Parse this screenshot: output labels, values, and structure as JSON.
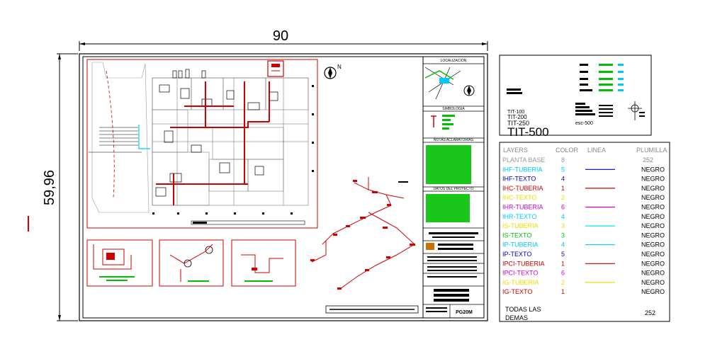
{
  "sheet": {
    "width_dim": "90",
    "height_dim": "59,96"
  },
  "title_block": {
    "localizacion": "LOCALIZACION",
    "simbologia": "SIMBOLOGIA",
    "notas": "NOTAS ACLARATORIAS",
    "datos": "DATOS DEL PROYECTO",
    "sheet_code": "PG20M"
  },
  "compass_label": "N",
  "text_styles": {
    "t1": "TIT-100",
    "t2": "TIT-200",
    "t3": "TIT-250",
    "t4": "TIT-500",
    "esc": "esc-500"
  },
  "layers_table": {
    "headers": [
      "LAYERS",
      "COLOR",
      "LINEA",
      "PLUMILLA"
    ],
    "rows": [
      {
        "layer": "PLANTA BASE",
        "color_no": "8",
        "pen": "252",
        "text_color": "#9a9a9a",
        "line_color": ""
      },
      {
        "layer": "IHF-TUBERIA",
        "color_no": "5",
        "pen": "NEGRO",
        "text_color": "#00c8ff",
        "line_color": "#0000c8"
      },
      {
        "layer": "IHF-TEXTO",
        "color_no": "4",
        "pen": "NEGRO",
        "text_color": "#0000c8",
        "line_color": ""
      },
      {
        "layer": "IHC-TUBERIA",
        "color_no": "1",
        "pen": "NEGRO",
        "text_color": "#d00000",
        "line_color": "#d00000"
      },
      {
        "layer": "IHC-TEXTO",
        "color_no": "2",
        "pen": "NEGRO",
        "text_color": "#e8e000",
        "line_color": ""
      },
      {
        "layer": "IHR-TUBERIA",
        "color_no": "6",
        "pen": "NEGRO",
        "text_color": "#d000d0",
        "line_color": "#d000d0"
      },
      {
        "layer": "IHR-TEXTO",
        "color_no": "4",
        "pen": "NEGRO",
        "text_color": "#00c8ff",
        "line_color": ""
      },
      {
        "layer": "IS-TUBERIA",
        "color_no": "3",
        "pen": "NEGRO",
        "text_color": "#e8e000",
        "line_color": "#00e8e8"
      },
      {
        "layer": "IS-TEXTO",
        "color_no": "3",
        "pen": "NEGRO",
        "text_color": "#00c000",
        "line_color": ""
      },
      {
        "layer": "IP-TUBERIA",
        "color_no": "4",
        "pen": "NEGRO",
        "text_color": "#00c8ff",
        "line_color": "#00c8ff"
      },
      {
        "layer": "IP-TEXTO",
        "color_no": "5",
        "pen": "NEGRO",
        "text_color": "#0000c8",
        "line_color": ""
      },
      {
        "layer": "IPCI-TUBERIA",
        "color_no": "1",
        "pen": "NEGRO",
        "text_color": "#d00000",
        "line_color": "#d00000"
      },
      {
        "layer": "IPCI-TEXTO",
        "color_no": "6",
        "pen": "NEGRO",
        "text_color": "#d000d0",
        "line_color": ""
      },
      {
        "layer": "IG-TUBERIA",
        "color_no": "2",
        "pen": "NEGRO",
        "text_color": "#e8e000",
        "line_color": "#e8e000"
      },
      {
        "layer": "IG-TEXTO",
        "color_no": "1",
        "pen": "NEGRO",
        "text_color": "#d00000",
        "line_color": ""
      }
    ],
    "footer_label_1": "TODAS LAS",
    "footer_label_2": "DEMAS",
    "footer_pen": "252"
  }
}
